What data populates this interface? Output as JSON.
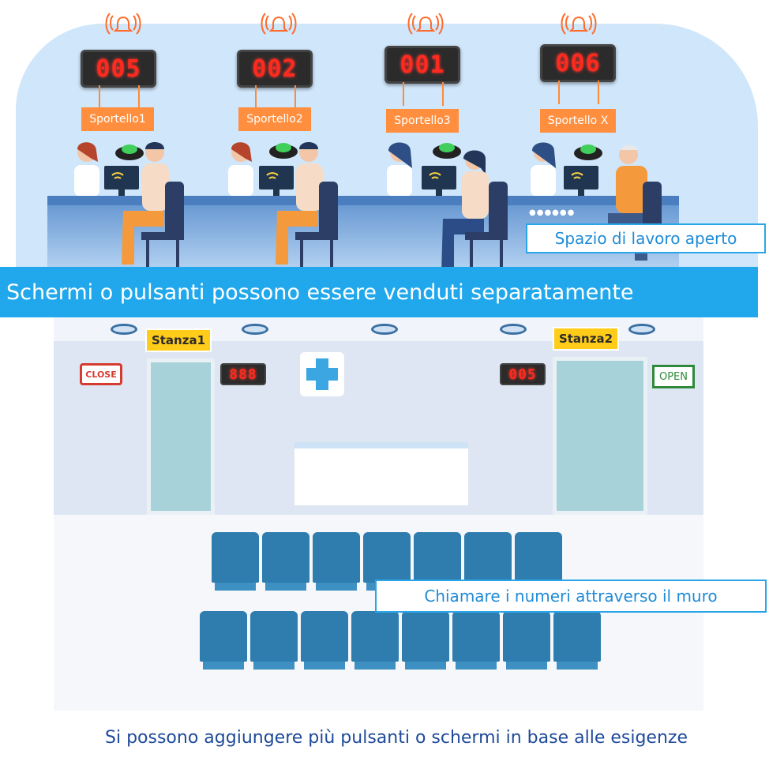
{
  "counters": [
    {
      "number": "005",
      "label": "Sportello1"
    },
    {
      "number": "002",
      "label": "Sportello2"
    },
    {
      "number": "001",
      "label": "Sportello3"
    },
    {
      "number": "006",
      "label": "Sportello X"
    }
  ],
  "top_callout": "Spazio di lavoro aperto",
  "banner": "Schermi o pulsanti possono essere venduti separatamente",
  "rooms": {
    "room1_label": "Stanza1",
    "room1_display": "888",
    "room2_label": "Stanza2",
    "room2_display": "005",
    "close_sign": "CLOSE",
    "open_sign": "OPEN"
  },
  "wall_callout": "Chiamare i numeri attraverso il muro",
  "footer": "Si possono aggiungere più pulsanti o schermi in base alle esigenze",
  "colors": {
    "banner": "#21a8ec",
    "tag": "#ff8f3f",
    "led_text": "#ff2a1f",
    "room_tag": "#ffcc1a",
    "seat": "#2e7dae"
  },
  "icons": [
    "bell-alarm-icon",
    "medical-cross-icon",
    "wireless-signal-icon"
  ]
}
